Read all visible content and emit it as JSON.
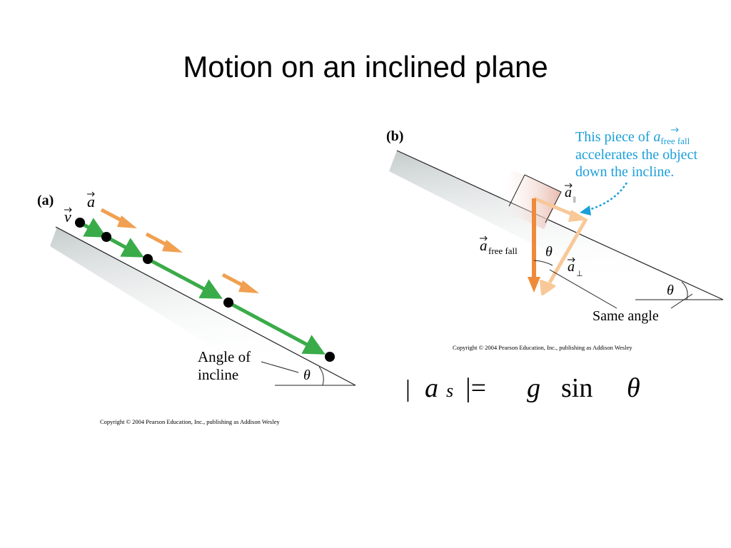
{
  "slide": {
    "title": "Motion on an inclined plane"
  },
  "panel_a": {
    "label": "(a)",
    "accel_symbol": "a",
    "velocity_symbol": "v",
    "incline_caption_line1": "Angle of",
    "incline_caption_line2": "incline",
    "angle_symbol": "θ",
    "copyright": "Copyright © 2004 Pearson Education, Inc., publishing as Addison Wesley"
  },
  "panel_b": {
    "label": "(b)",
    "callout_line1_prefix": "This piece of ",
    "callout_symbol": "a",
    "callout_subscript": "free fall",
    "callout_line2": "accelerates the object",
    "callout_line3": "down the incline.",
    "a_parallel_symbol": "a",
    "a_parallel_sub": "||",
    "a_free_fall_symbol": "a",
    "a_free_fall_sub": "free fall",
    "a_perp_symbol": "a",
    "a_perp_sub": "⊥",
    "angle_symbol": "θ",
    "incline_angle_symbol": "θ",
    "same_angle_label": "Same angle",
    "copyright": "Copyright © 2004 Pearson Education, Inc., publishing as Addison Wesley"
  },
  "equation": {
    "bar_left": "|",
    "a": "a",
    "a_sub": "s",
    "bar_eq": "|=",
    "g": "g",
    "sin": "sin",
    "theta": "θ"
  },
  "colors": {
    "green_arrow": "#3aab49",
    "orange_arrow": "#f0a050",
    "dark_orange": "#ee8a3a",
    "light_orange": "#f8c898",
    "callout_blue": "#1a9fd9",
    "dot": "#000000"
  }
}
